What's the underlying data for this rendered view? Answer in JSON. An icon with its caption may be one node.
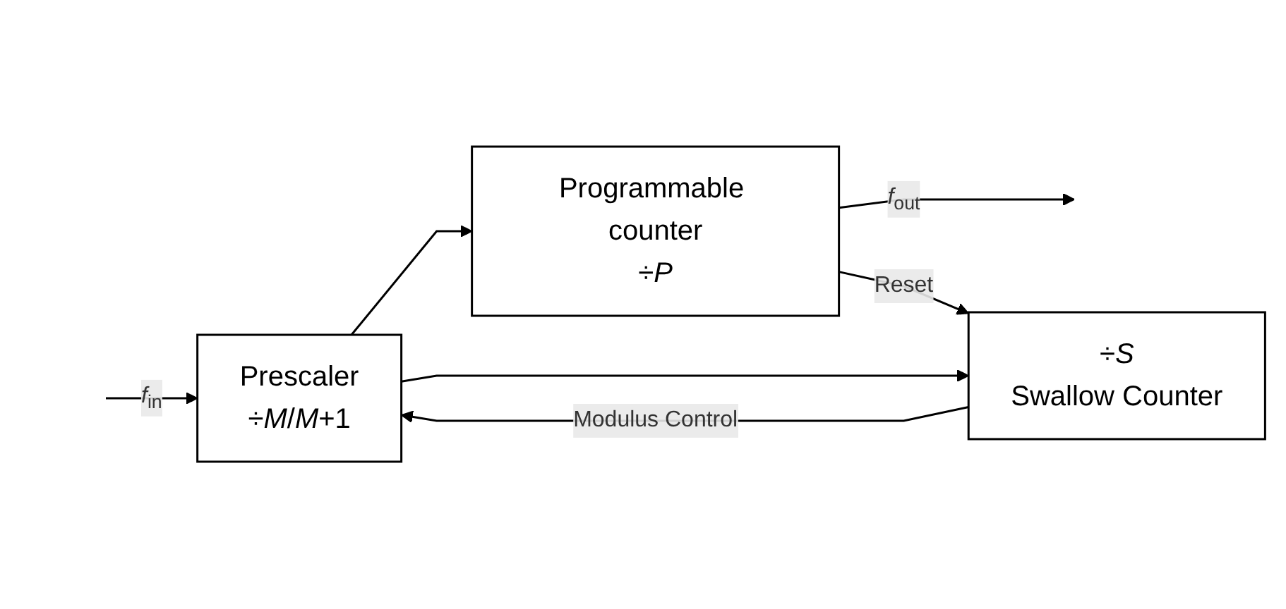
{
  "diagram": {
    "nodes": [
      {
        "text": [
          "Prescaler",
          "÷*M*/*M*+1"
        ]
      },
      {
        "text": [
          "Programmable counter",
          "÷*P*"
        ]
      },
      {
        "text": [
          "÷*S*",
          "Swallow Counter"
        ]
      }
    ],
    "edges": [
      {
        "from": null,
        "to": 0,
        "arrow": "to",
        "label": "*f*$_{in}$"
      },
      {
        "from": 0,
        "to": 1,
        "arrow": "to"
      },
      {
        "from": 0,
        "to": 2,
        "arrow": "to"
      },
      {
        "from": 1,
        "to": null,
        "arrow": "to",
        "label": "*f*$_{out}$"
      },
      {
        "from": 1,
        "to": 2,
        "arrow": "to",
        "label": "Reset"
      },
      {
        "from": 2,
        "to": 0,
        "arrow": "to",
        "label": "Modulus Control"
      }
    ]
  }
}
